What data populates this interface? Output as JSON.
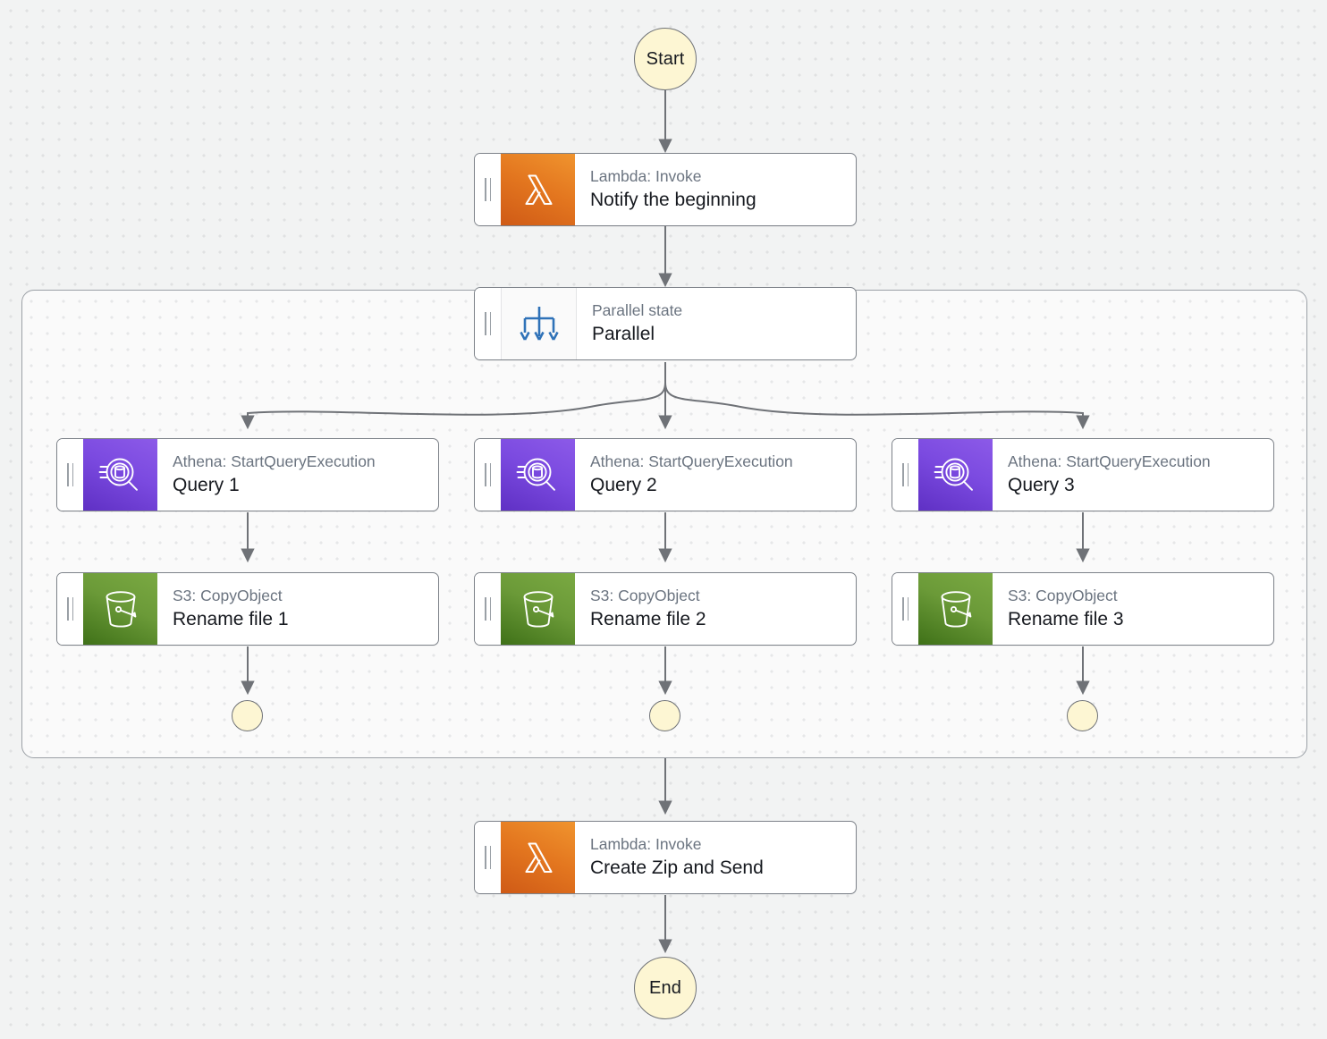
{
  "canvas": {
    "background_color": "#f2f3f3",
    "dot_color": "#e0e1e2",
    "container_fill": "#fafafa",
    "container_border": "#9ba0a6",
    "edge_color": "#6f7277"
  },
  "terminals": {
    "start": {
      "label": "Start"
    },
    "end": {
      "label": "End"
    },
    "branch_ends": [
      {
        "label": ""
      },
      {
        "label": ""
      },
      {
        "label": ""
      }
    ]
  },
  "states": {
    "notify": {
      "type": "Lambda: Invoke",
      "title": "Notify the beginning",
      "icon": "lambda-icon",
      "accent": "#e3761f"
    },
    "parallel": {
      "type": "Parallel state",
      "title": "Parallel",
      "icon": "parallel-split-icon",
      "accent": "#2f72b8"
    },
    "queries": [
      {
        "type": "Athena: StartQueryExecution",
        "title": "Query 1",
        "icon": "athena-icon",
        "accent": "#7b4ae0"
      },
      {
        "type": "Athena: StartQueryExecution",
        "title": "Query 2",
        "icon": "athena-icon",
        "accent": "#7b4ae0"
      },
      {
        "type": "Athena: StartQueryExecution",
        "title": "Query 3",
        "icon": "athena-icon",
        "accent": "#7b4ae0"
      }
    ],
    "renames": [
      {
        "type": "S3: CopyObject",
        "title": "Rename file 1",
        "icon": "s3-bucket-icon",
        "accent": "#6b9a38"
      },
      {
        "type": "S3: CopyObject",
        "title": "Rename file 2",
        "icon": "s3-bucket-icon",
        "accent": "#6b9a38"
      },
      {
        "type": "S3: CopyObject",
        "title": "Rename file 3",
        "icon": "s3-bucket-icon",
        "accent": "#6b9a38"
      }
    ],
    "zip": {
      "type": "Lambda: Invoke",
      "title": "Create Zip and Send",
      "icon": "lambda-icon",
      "accent": "#e3761f"
    }
  }
}
